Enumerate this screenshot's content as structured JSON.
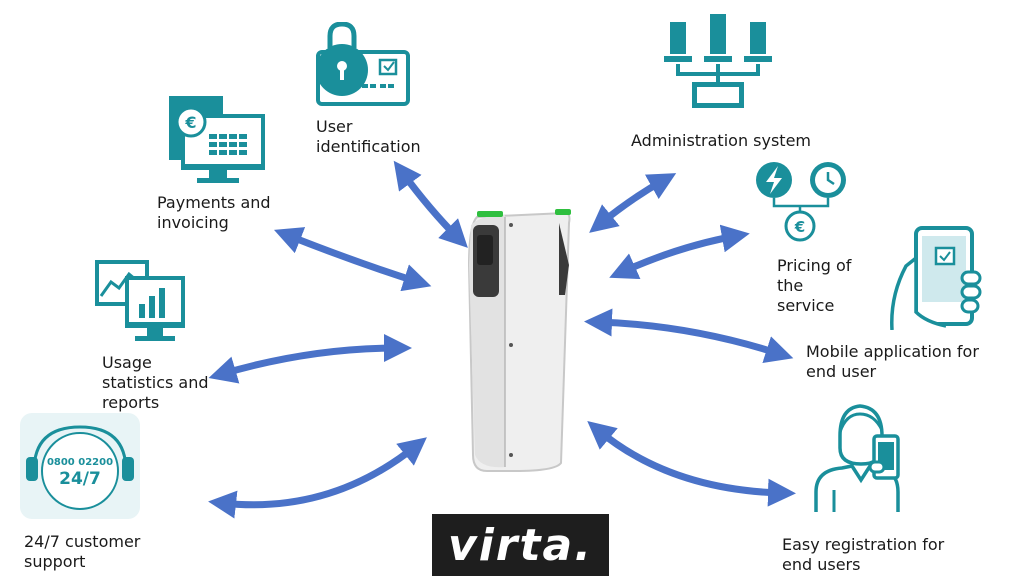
{
  "brand": {
    "logo_text": "virta."
  },
  "colors": {
    "teal": "#1a8f9b",
    "arrow": "#4a72c8",
    "charger_light": "#f0f0f0",
    "charger_dark": "#3a3a3a",
    "accent_green": "#2fbf3f"
  },
  "features": [
    {
      "id": "user-identification",
      "label": "User\nidentification",
      "icon": "lock-card-icon"
    },
    {
      "id": "payments",
      "label": "Payments and\ninvoicing",
      "icon": "invoice-monitor-icon"
    },
    {
      "id": "usage",
      "label": "Usage\nstatistics and\nreports",
      "icon": "statistics-monitor-icon"
    },
    {
      "id": "support",
      "label": "24/7 customer\nsupport",
      "icon": "headset-icon",
      "badge_number": "0800 02200",
      "badge_hours": "24/7"
    },
    {
      "id": "administration",
      "label": "Administration system",
      "icon": "network-icon"
    },
    {
      "id": "pricing",
      "label": "Pricing of\nthe\nservice",
      "icon": "pricing-icon"
    },
    {
      "id": "mobile",
      "label": "Mobile application for\nend user",
      "icon": "phone-hand-icon"
    },
    {
      "id": "registration",
      "label": "Easy registration for\nend users",
      "icon": "person-phone-icon"
    }
  ]
}
